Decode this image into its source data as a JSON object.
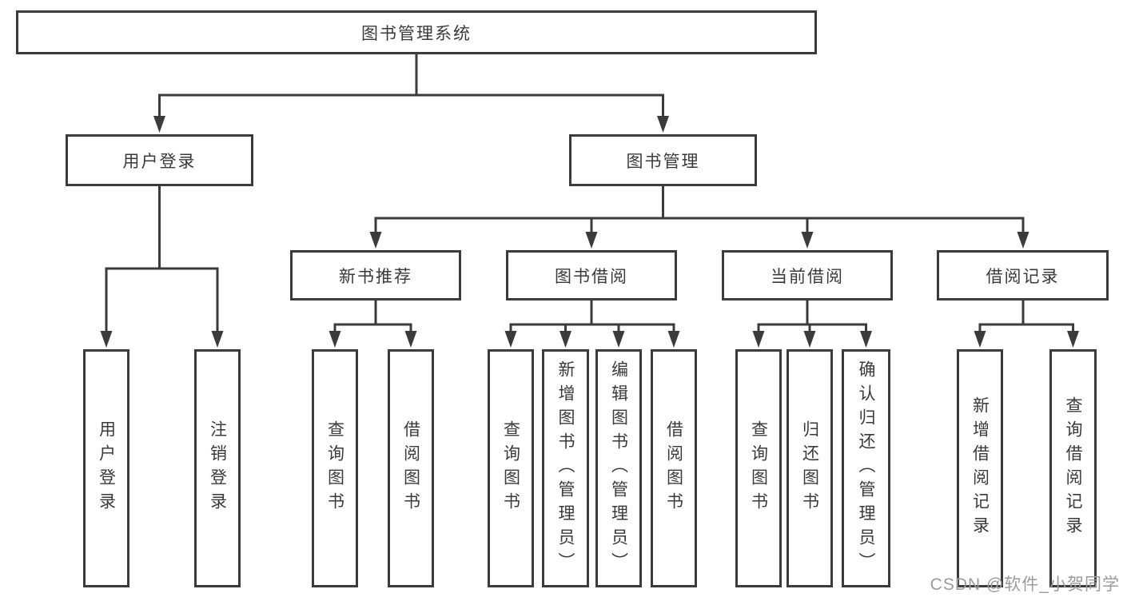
{
  "diagram": {
    "root": "图书管理系统",
    "level2": {
      "user_login": "用户登录",
      "book_management": "图书管理"
    },
    "level3": {
      "new_book_recommendation": "新书推荐",
      "book_borrowing": "图书借阅",
      "current_borrowing": "当前借阅",
      "borrowing_records": "借阅记录"
    },
    "leaves": {
      "user_login": [
        "用户登录",
        "注销登录"
      ],
      "new_book_recommendation": [
        "查询图书",
        "借阅图书"
      ],
      "book_borrowing": [
        "查询图书",
        "新增图书（管理员）",
        "编辑图书（管理员）",
        "借阅图书"
      ],
      "current_borrowing": [
        "查询图书",
        "归还图书",
        "确认归还（管理员）"
      ],
      "borrowing_records": [
        "新增借阅记录",
        "查询借阅记录"
      ]
    }
  },
  "watermark": "CSDN @软件_小贺同学",
  "colors": {
    "line": "#3b3b3b",
    "text": "#3a3a3a",
    "watermark": "#9b9b9b",
    "background": "#ffffff"
  }
}
